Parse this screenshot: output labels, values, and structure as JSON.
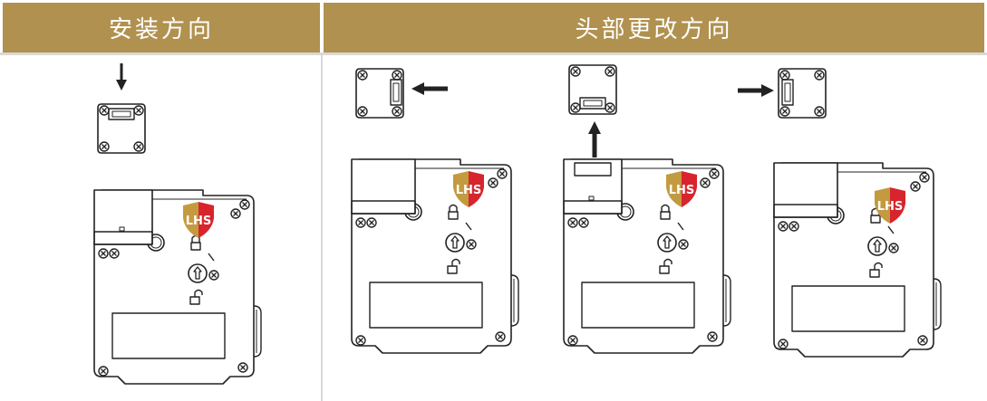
{
  "table": {
    "col1_header": "安装方向",
    "col2_header": "头部更改方向"
  },
  "logo": {
    "text": "LHS",
    "gold": "#c39a40",
    "red": "#d7242d"
  },
  "colors": {
    "header_bg": "#b0914f",
    "header_text": "#ffffff",
    "divider": "#d9d9d9",
    "line_art": "#222222"
  },
  "icons": [
    "arrow-down-icon",
    "arrow-left-icon",
    "arrow-up-icon",
    "arrow-right-icon",
    "lock-closed-icon",
    "lock-open-icon",
    "key-switch-icon",
    "screw-icon"
  ]
}
